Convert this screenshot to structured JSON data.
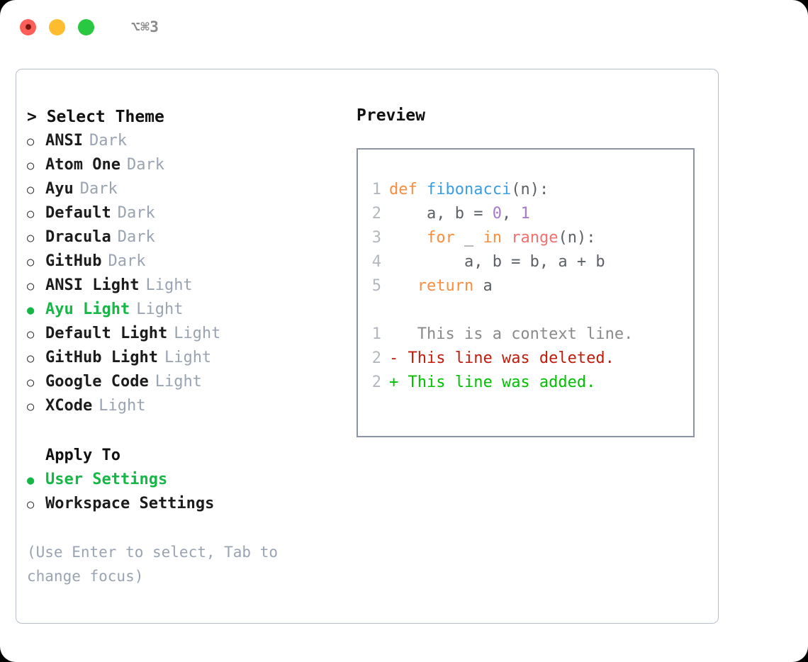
{
  "window": {
    "shortcut_label": "⌥⌘3",
    "traffic_lights": {
      "close": "close-dot",
      "minimize": "minimize-dot",
      "maximize": "maximize-dot"
    }
  },
  "theme_picker": {
    "header": "> Select Theme",
    "caret": ">",
    "header_text": "Select Theme",
    "markers": {
      "selected": "●",
      "unselected": "○"
    },
    "items": [
      {
        "label": "ANSI",
        "suffix": "Dark",
        "selected": false
      },
      {
        "label": "Atom One",
        "suffix": "Dark",
        "selected": false
      },
      {
        "label": "Ayu",
        "suffix": "Dark",
        "selected": false
      },
      {
        "label": "Default",
        "suffix": "Dark",
        "selected": false
      },
      {
        "label": "Dracula",
        "suffix": "Dark",
        "selected": false
      },
      {
        "label": "GitHub",
        "suffix": "Dark",
        "selected": false
      },
      {
        "label": "ANSI Light",
        "suffix": "Light",
        "selected": false
      },
      {
        "label": "Ayu Light",
        "suffix": "Light",
        "selected": true
      },
      {
        "label": "Default Light",
        "suffix": "Light",
        "selected": false
      },
      {
        "label": "GitHub Light",
        "suffix": "Light",
        "selected": false
      },
      {
        "label": "Google Code",
        "suffix": "Light",
        "selected": false
      },
      {
        "label": "XCode",
        "suffix": "Light",
        "selected": false
      }
    ]
  },
  "apply_to": {
    "title": "Apply To",
    "items": [
      {
        "label": "User Settings",
        "selected": true
      },
      {
        "label": "Workspace Settings",
        "selected": false
      }
    ]
  },
  "hint": "(Use Enter to select, Tab to change focus)",
  "preview": {
    "title": "Preview",
    "code_lines": [
      {
        "lineno": "1",
        "tokens": [
          {
            "text": "def ",
            "type": "kw"
          },
          {
            "text": "fibonacci",
            "type": "fn"
          },
          {
            "text": "(n):",
            "type": "plain"
          }
        ]
      },
      {
        "lineno": "2",
        "tokens": [
          {
            "text": "    a, b = ",
            "type": "plain"
          },
          {
            "text": "0",
            "type": "num"
          },
          {
            "text": ", ",
            "type": "plain"
          },
          {
            "text": "1",
            "type": "num"
          }
        ]
      },
      {
        "lineno": "3",
        "tokens": [
          {
            "text": "    ",
            "type": "plain"
          },
          {
            "text": "for",
            "type": "kw"
          },
          {
            "text": " _ ",
            "type": "plain"
          },
          {
            "text": "in",
            "type": "kw"
          },
          {
            "text": " ",
            "type": "plain"
          },
          {
            "text": "range",
            "type": "call"
          },
          {
            "text": "(n):",
            "type": "plain"
          }
        ]
      },
      {
        "lineno": "4",
        "tokens": [
          {
            "text": "        a, b = b, a + b",
            "type": "plain"
          }
        ]
      },
      {
        "lineno": "5",
        "tokens": [
          {
            "text": "   ",
            "type": "plain"
          },
          {
            "text": "return",
            "type": "kw"
          },
          {
            "text": " a",
            "type": "plain"
          }
        ]
      }
    ],
    "diff_lines": [
      {
        "lineno": "1",
        "marker": " ",
        "text": "  This is a context line.",
        "type": "context"
      },
      {
        "lineno": "2",
        "marker": "-",
        "text": " This line was deleted.",
        "type": "del"
      },
      {
        "lineno": "2",
        "marker": "+",
        "text": " This line was added.",
        "type": "add"
      }
    ]
  },
  "colors": {
    "accent_green": "#17b747",
    "muted_gray": "#9aa3b2",
    "panel_border": "#b8bfc9",
    "preview_border": "#8b95a5",
    "kw_orange": "#fa8d3e",
    "fn_blue": "#399ee6",
    "num_purple": "#a37acc",
    "call_red": "#f07171",
    "plain_gray": "#5c6166",
    "diff_del_red": "#c01c0c",
    "diff_add_green": "#00c000",
    "dot_close": "#fc5f57",
    "dot_minimize": "#febc2e",
    "dot_maximize": "#28c840"
  }
}
